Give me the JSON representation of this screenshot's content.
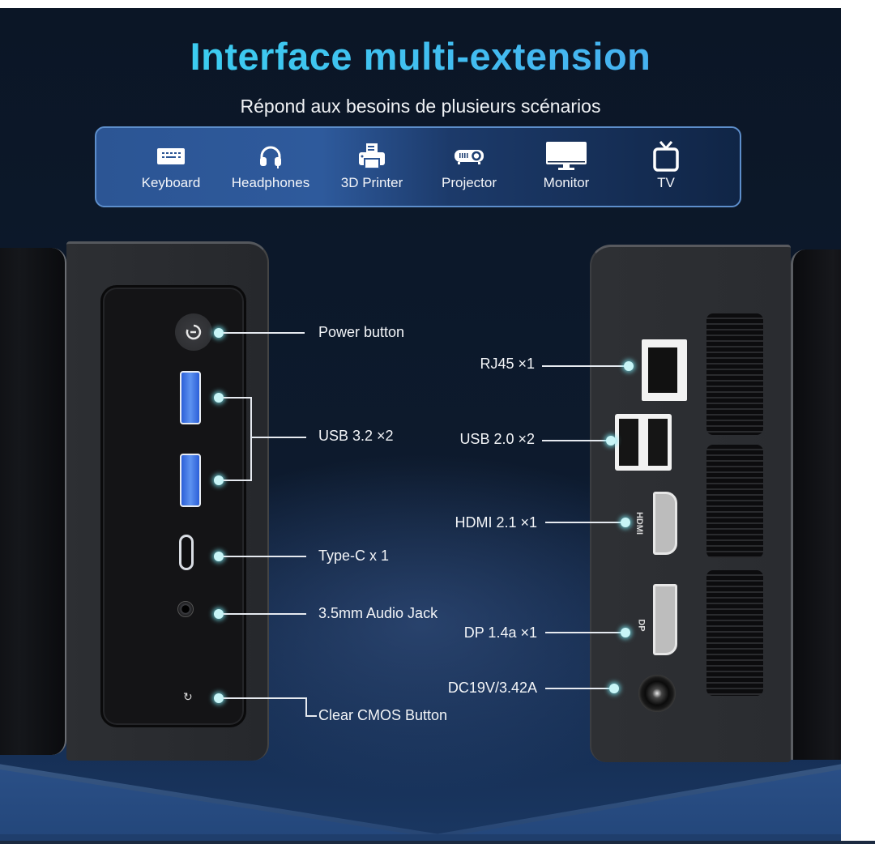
{
  "header": {
    "title": "Interface multi-extension",
    "subtitle": "Répond aux besoins de plusieurs scénarios"
  },
  "scenarios": [
    {
      "label": "Keyboard",
      "icon": "keyboard-icon"
    },
    {
      "label": "Headphones",
      "icon": "headphones-icon"
    },
    {
      "label": "3D Printer",
      "icon": "printer-icon"
    },
    {
      "label": "Projector",
      "icon": "projector-icon"
    },
    {
      "label": "Monitor",
      "icon": "monitor-icon"
    },
    {
      "label": "TV",
      "icon": "tv-icon"
    }
  ],
  "front_ports": {
    "power": "Power button",
    "usb32": "USB 3.2 ×2",
    "typec": "Type-C x 1",
    "audio": "3.5mm Audio Jack",
    "cmos": "Clear CMOS Button"
  },
  "rear_ports": {
    "rj45": "RJ45 ×1",
    "usb20": "USB 2.0 ×2",
    "hdmi": "HDMI 2.1 ×1",
    "dp": "DP 1.4a ×1",
    "dc": "DC19V/3.42A",
    "hdmi_mark": "HDMI",
    "dp_mark": "DP"
  },
  "colors": {
    "title_gradient_start": "#38d8f0",
    "title_gradient_end": "#4aa6f0",
    "background": "#0b1626",
    "scenario_bar": "#2c5594",
    "callout_dot": "#c8f5f7"
  }
}
